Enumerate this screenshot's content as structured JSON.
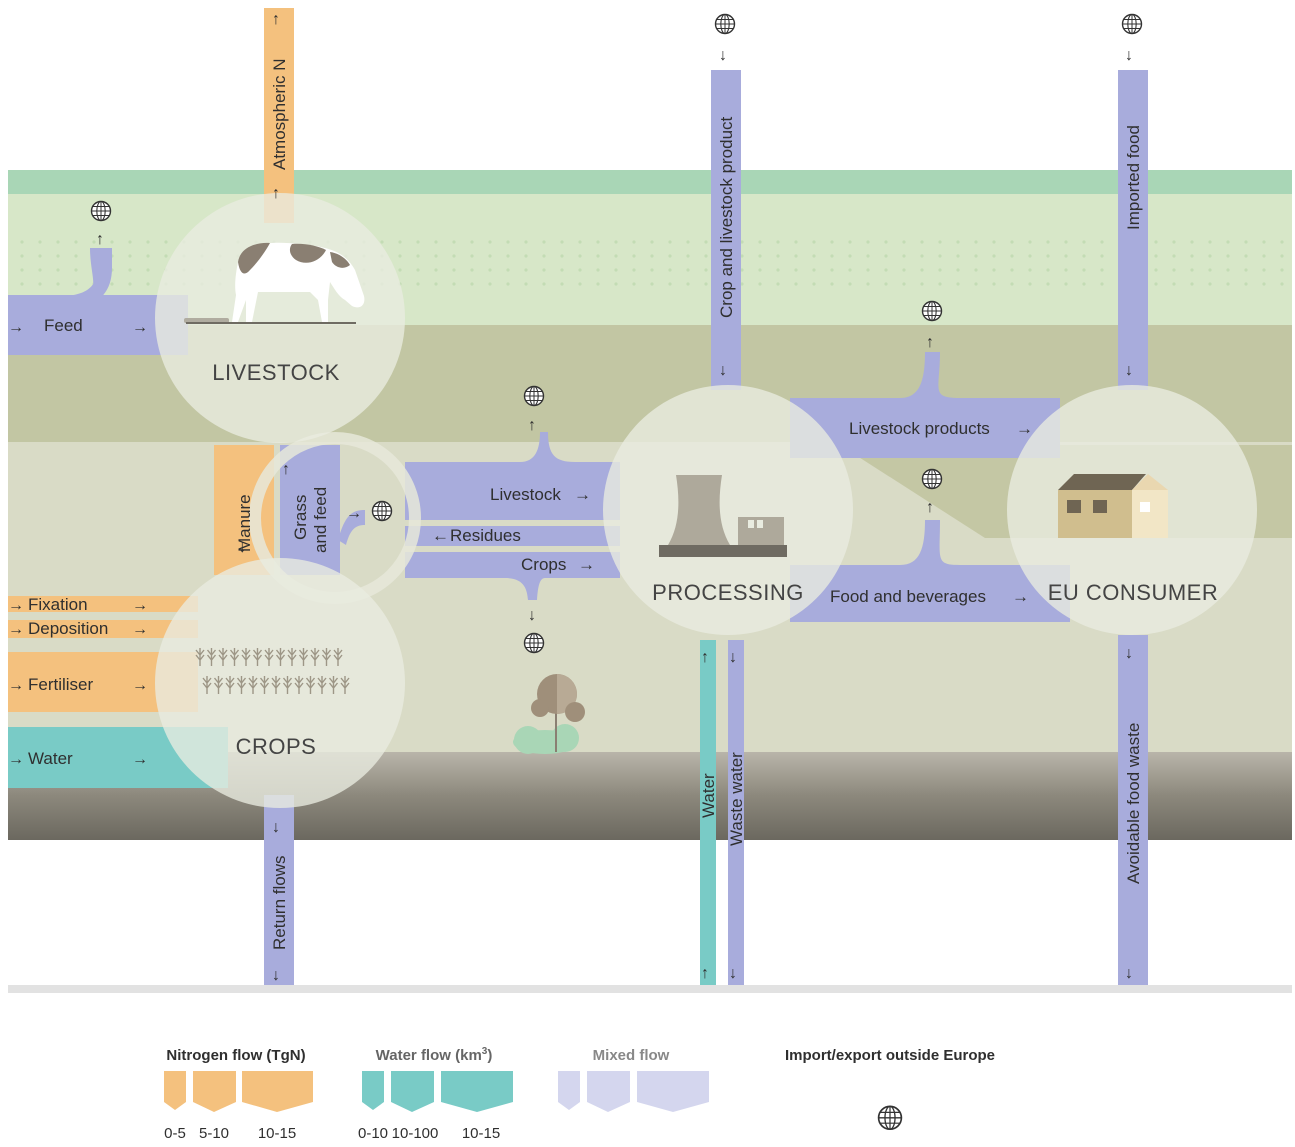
{
  "nodes": {
    "livestock": "LIVESTOCK",
    "crops": "CROPS",
    "processing": "PROCESSING",
    "eu_consumer": "EU CONSUMER"
  },
  "flows": {
    "atmospheric_n": "Atmospheric N",
    "feed": "Feed",
    "manure": "Manure",
    "grass_and_feed_1": "Grass",
    "grass_and_feed_2": "and feed",
    "fixation": "Fixation",
    "deposition": "Deposition",
    "fertiliser": "Fertiliser",
    "water_in": "Water",
    "return_flows": "Return flows",
    "livestock": "Livestock",
    "residues": "Residues",
    "crops": "Crops",
    "crop_livestock_product": "Crop and livestock product",
    "livestock_products": "Livestock products",
    "food_and_beverages": "Food and beverages",
    "imported_food": "Imported food",
    "water_processing": "Water",
    "waste_water": "Waste water",
    "avoidable_food_waste": "Avoidable food waste"
  },
  "legend": {
    "nitrogen": {
      "title": "Nitrogen flow (TgN)",
      "ranges": [
        "0-5",
        "5-10",
        "10-15"
      ],
      "color": "#f4c17e"
    },
    "water": {
      "title_prefix": "Water flow (km",
      "title_sup": "3",
      "title_suffix": ")",
      "ranges": [
        "0-10",
        "10-100",
        "10-15"
      ],
      "color": "#79cbc6"
    },
    "mixed": {
      "title": "Mixed flow",
      "color": "#a8acdc"
    },
    "import_export": {
      "title": "Import/export outside Europe",
      "icon": "globe-icon"
    }
  },
  "colors": {
    "nitrogen": "#f4c17e",
    "water": "#79cbc6",
    "mixed": "#a8acdc",
    "grass": "#d6e6c6",
    "farmland": "#c3c8a6",
    "soil": "#7a766c"
  }
}
